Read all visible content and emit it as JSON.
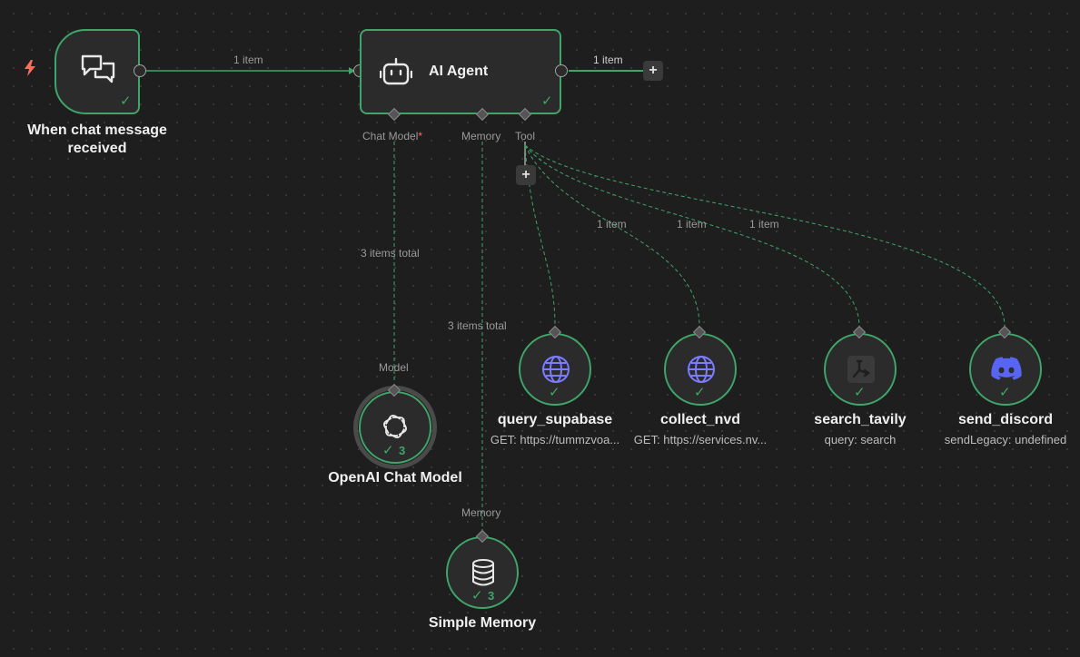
{
  "nodes": {
    "trigger": {
      "label": "When chat message received"
    },
    "agent": {
      "label": "AI Agent"
    },
    "openai": {
      "label": "OpenAI Chat Model",
      "badge": "3"
    },
    "memory": {
      "label": "Simple Memory",
      "badge": "3"
    },
    "query_supabase": {
      "label": "query_supabase",
      "subtitle": "GET: https://tummzvoa..."
    },
    "collect_nvd": {
      "label": "collect_nvd",
      "subtitle": "GET: https://services.nv..."
    },
    "search_tavily": {
      "label": "search_tavily",
      "subtitle": "query: search"
    },
    "send_discord": {
      "label": "send_discord",
      "subtitle": "sendLegacy: undefined"
    }
  },
  "ports": {
    "chat_model": "Chat Model",
    "chat_model_required": "*",
    "memory": "Memory",
    "tool": "Tool",
    "model_in": "Model",
    "memory_in": "Memory"
  },
  "edges": {
    "trigger_to_agent": "1 item",
    "agent_out": "1 item",
    "model_total": "3 items total",
    "memory_total": "3 items total",
    "tool_collect": "1 item",
    "tool_tavily": "1 item",
    "tool_discord": "1 item"
  },
  "buttons": {
    "add": "+"
  },
  "colors": {
    "canvas": "#1e1e1e",
    "success": "#3fa569",
    "trigger_bolt": "#ff6d5a",
    "globe": "#7b7cff",
    "discord": "#5865f2"
  },
  "icons": {
    "trigger": "chat-bubbles-icon",
    "agent": "robot-icon",
    "openai": "openai-logo-icon",
    "memory": "database-icon",
    "http": "globe-icon",
    "tavily": "tavily-logo-icon",
    "discord": "discord-logo-icon",
    "check": "check-icon",
    "bolt": "lightning-bolt-icon"
  }
}
